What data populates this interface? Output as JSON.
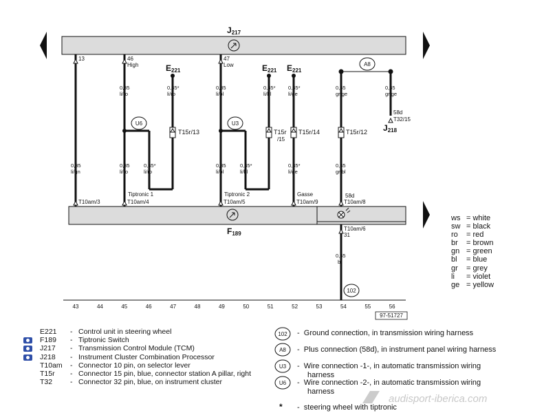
{
  "components": {
    "j217": {
      "label": "J",
      "sub": "217"
    },
    "f189": {
      "label": "F",
      "sub": "189"
    },
    "e221": {
      "label": "E",
      "sub": "221"
    },
    "j218": {
      "label": "J",
      "sub": "218"
    },
    "u6": "U6",
    "u3": "U3",
    "a8": "A8",
    "ground": "102"
  },
  "pins": {
    "p13": "13",
    "p46": "46",
    "p46_name": "High",
    "p47": "47",
    "p47_name": "Low",
    "t10am3": "T10am/3",
    "t10am4": "T10am/4",
    "t10am5": "T10am/5",
    "t10am9": "T10am/9",
    "t10am8": "T10am/8",
    "t10am6": "T10am/6",
    "p31": "31",
    "p58d_lower": "58d",
    "j218_pin": "58d",
    "j218_conn": "T32/15",
    "t15r13": "T15r/13",
    "t15r15a": "T15r",
    "t15r15b": "/15",
    "t15r14": "T15r/14",
    "t15r12": "T15r/12",
    "tiptronic1": "Tiptronic 1",
    "tiptronic2": "Tiptronic 2",
    "gasse": "Gasse"
  },
  "wires": {
    "w43": {
      "size": "0,35",
      "color": "li/gn"
    },
    "w45_top": {
      "size": "0,35",
      "color": "li/ro"
    },
    "w45_bot": {
      "size": "0,35",
      "color": "li/ro"
    },
    "w46": {
      "size": "0,35*",
      "color": "li/ro"
    },
    "w47": {
      "size": "0,35*",
      "color": "li/ro"
    },
    "w49_top": {
      "size": "0,35",
      "color": "li/bl"
    },
    "w49_bot": {
      "size": "0,35",
      "color": "li/bl"
    },
    "w50": {
      "size": "0,35*",
      "color": "li/bl"
    },
    "w51": {
      "size": "0,35*",
      "color": "li/bl"
    },
    "w52_top": {
      "size": "0,35*",
      "color": "li/ge"
    },
    "w52_bot": {
      "size": "0,35*",
      "color": "li/ge"
    },
    "w54_top": {
      "size": "0,35",
      "color": "gr/ge"
    },
    "w54_mid": {
      "size": "0,35",
      "color": "gr/bl"
    },
    "w54_bot": {
      "size": "0,35",
      "color": "br"
    },
    "w56": {
      "size": "0,35",
      "color": "gr/ge"
    }
  },
  "tracks": [
    "43",
    "44",
    "45",
    "46",
    "47",
    "48",
    "49",
    "50",
    "51",
    "52",
    "53",
    "54",
    "55",
    "56"
  ],
  "ref_code": "97-51727",
  "color_key": [
    {
      "code": "ws",
      "meaning": "white"
    },
    {
      "code": "sw",
      "meaning": "black"
    },
    {
      "code": "ro",
      "meaning": "red"
    },
    {
      "code": "br",
      "meaning": "brown"
    },
    {
      "code": "gn",
      "meaning": "green"
    },
    {
      "code": "bl",
      "meaning": "blue"
    },
    {
      "code": "gr",
      "meaning": "grey"
    },
    {
      "code": "li",
      "meaning": "violet"
    },
    {
      "code": "ge",
      "meaning": "yellow"
    }
  ],
  "legend_left": [
    {
      "code": "E221",
      "desc": "Control unit in steering wheel"
    },
    {
      "code": "F189",
      "desc": "Tiptronic Switch"
    },
    {
      "code": "J217",
      "desc": "Transmission Control Module (TCM)"
    },
    {
      "code": "J218",
      "desc": "Instrument Cluster Combination Processor"
    },
    {
      "code": "T10am",
      "desc": "Connector 10 pin, on selector lever"
    },
    {
      "code": "T15r",
      "desc": "Connector 15 pin, blue, connector station A pillar, right"
    },
    {
      "code": "T32",
      "desc": "Connector 32 pin, blue, on  instrument cluster"
    }
  ],
  "legend_right": [
    {
      "sym": "102",
      "desc": "Ground connection, in transmission wiring harness"
    },
    {
      "sym": "A8",
      "desc": "Plus connection (58d), in instrument panel wiring harness"
    },
    {
      "sym": "U3",
      "desc": "Wire connection -1-, in automatic transmission wiring",
      "desc2": "harness"
    },
    {
      "sym": "U6",
      "desc": "Wire connection -2-, in automatic transmission wiring",
      "desc2": "harness"
    },
    {
      "sym": "*",
      "desc": "steering wheel with tiptronic"
    }
  ],
  "watermark": "audisport-iberica.com",
  "colors": {
    "line": "#111111",
    "bar_fill": "#dcdcdc",
    "camera_icon": "#2f4fa8",
    "watermark": "#c8c8c8"
  }
}
